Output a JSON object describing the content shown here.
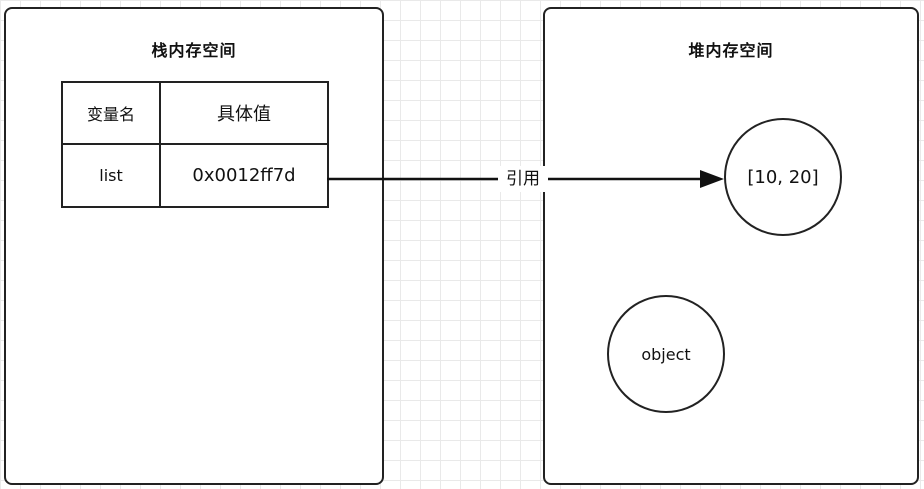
{
  "stack": {
    "title": "栈内存空间",
    "table": {
      "headers": [
        "变量名",
        "具体值"
      ],
      "rows": [
        {
          "name": "list",
          "value": "0x0012ff7d"
        }
      ]
    }
  },
  "heap": {
    "title": "堆内存空间",
    "objects": [
      "[10, 20]",
      "object"
    ]
  },
  "reference": {
    "label": "引用"
  }
}
